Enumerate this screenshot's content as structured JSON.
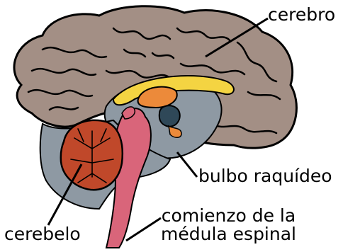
{
  "labels": {
    "cerebrum": "cerebro",
    "medulla": "bulbo raquídeo",
    "spinal_cord_line1": "comienzo de la",
    "spinal_cord_line2": "médula espinal",
    "cerebellum": "cerebelo"
  },
  "colors": {
    "cortex": "#a38f85",
    "inner_region": "#8e99a3",
    "corpus_callosum": "#f4d442",
    "thalamus": "#ec8a3a",
    "ventricle": "#2f4858",
    "cerebellum": "#c0482a",
    "brainstem": "#d9657a",
    "outline": "#000000"
  }
}
